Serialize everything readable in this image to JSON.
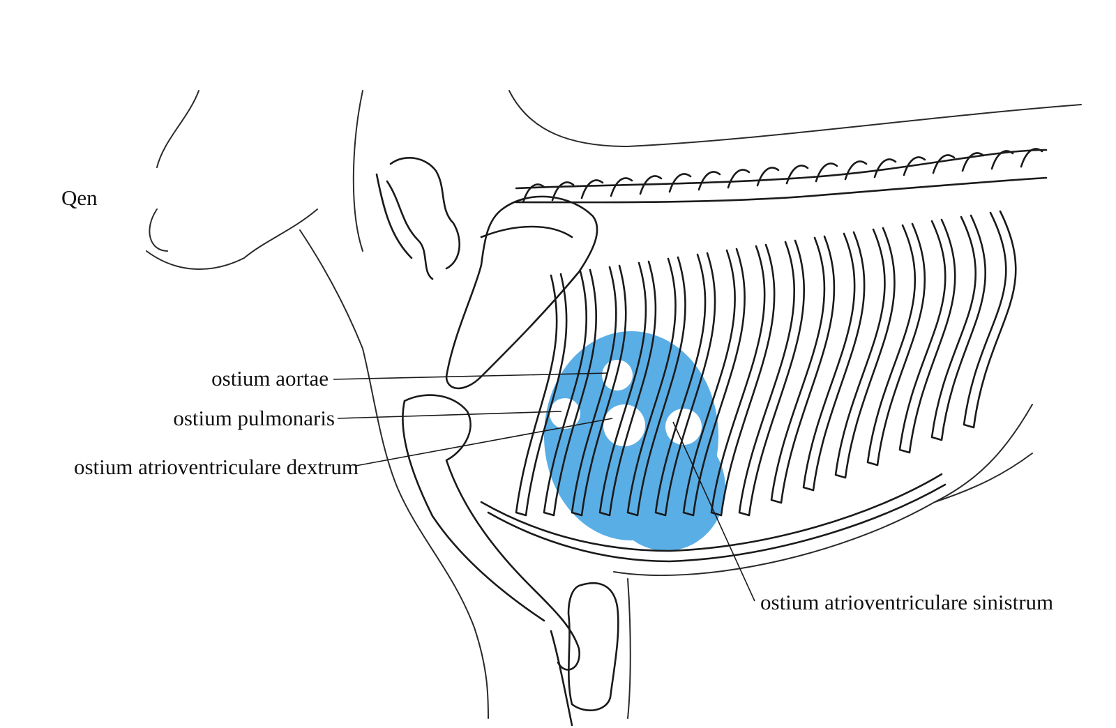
{
  "figure": {
    "title": "Qen",
    "heart_area_color": "#5aaee6",
    "ostia_color": "#ffffff",
    "labels": {
      "aortae": "ostium aortae",
      "pulmonaris": "ostium pulmonaris",
      "dextrum": "ostium atrioventriculare dextrum",
      "sinistrum": "ostium atrioventriculare sinistrum"
    }
  }
}
